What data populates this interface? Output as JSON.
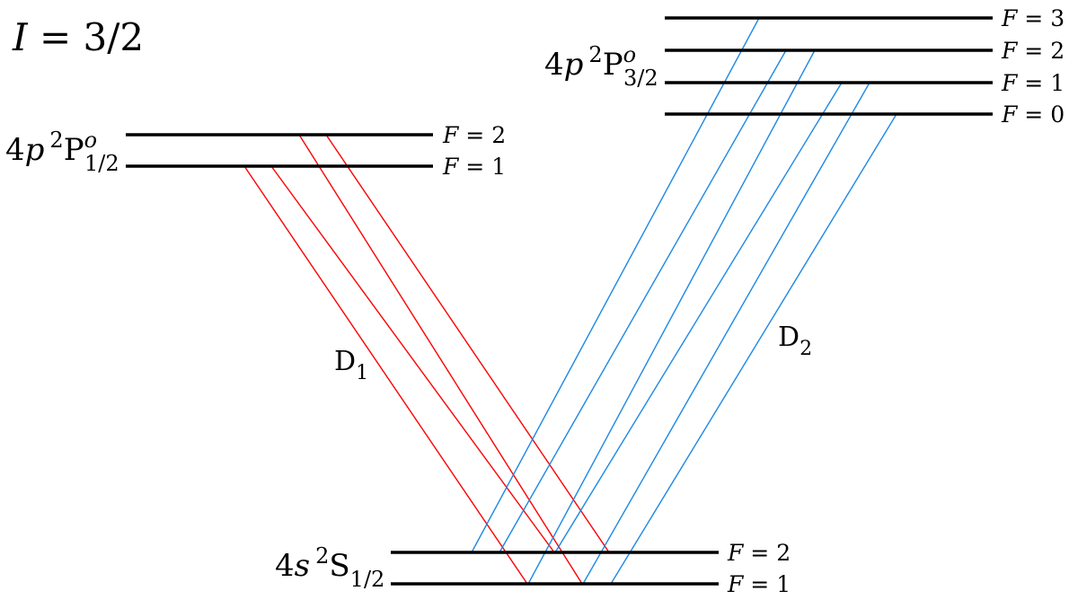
{
  "nuclear_spin": {
    "symbol": "I",
    "equals": " = ",
    "value": "3/2"
  },
  "colors": {
    "d1": "#ff0000",
    "d2": "#1e88e5",
    "levels": "#000000"
  },
  "terms": {
    "p12": {
      "n": "4",
      "l": "p",
      "mult": "2",
      "L": "P",
      "parity": "o",
      "J": "1/2"
    },
    "p32": {
      "n": "4",
      "l": "p",
      "mult": "2",
      "L": "P",
      "parity": "o",
      "J": "3/2"
    },
    "s12": {
      "n": "4",
      "l": "s",
      "mult": "2",
      "L": "S",
      "J": "1/2"
    }
  },
  "levels": {
    "p12": [
      {
        "F": "2"
      },
      {
        "F": "1"
      }
    ],
    "p32": [
      {
        "F": "3"
      },
      {
        "F": "2"
      },
      {
        "F": "1"
      },
      {
        "F": "0"
      }
    ],
    "s12": [
      {
        "F": "2"
      },
      {
        "F": "1"
      }
    ]
  },
  "lines": {
    "d1": {
      "name": "D",
      "sub": "1"
    },
    "d2": {
      "name": "D",
      "sub": "2"
    }
  },
  "symbols": {
    "F": "F",
    "equals": " = "
  }
}
